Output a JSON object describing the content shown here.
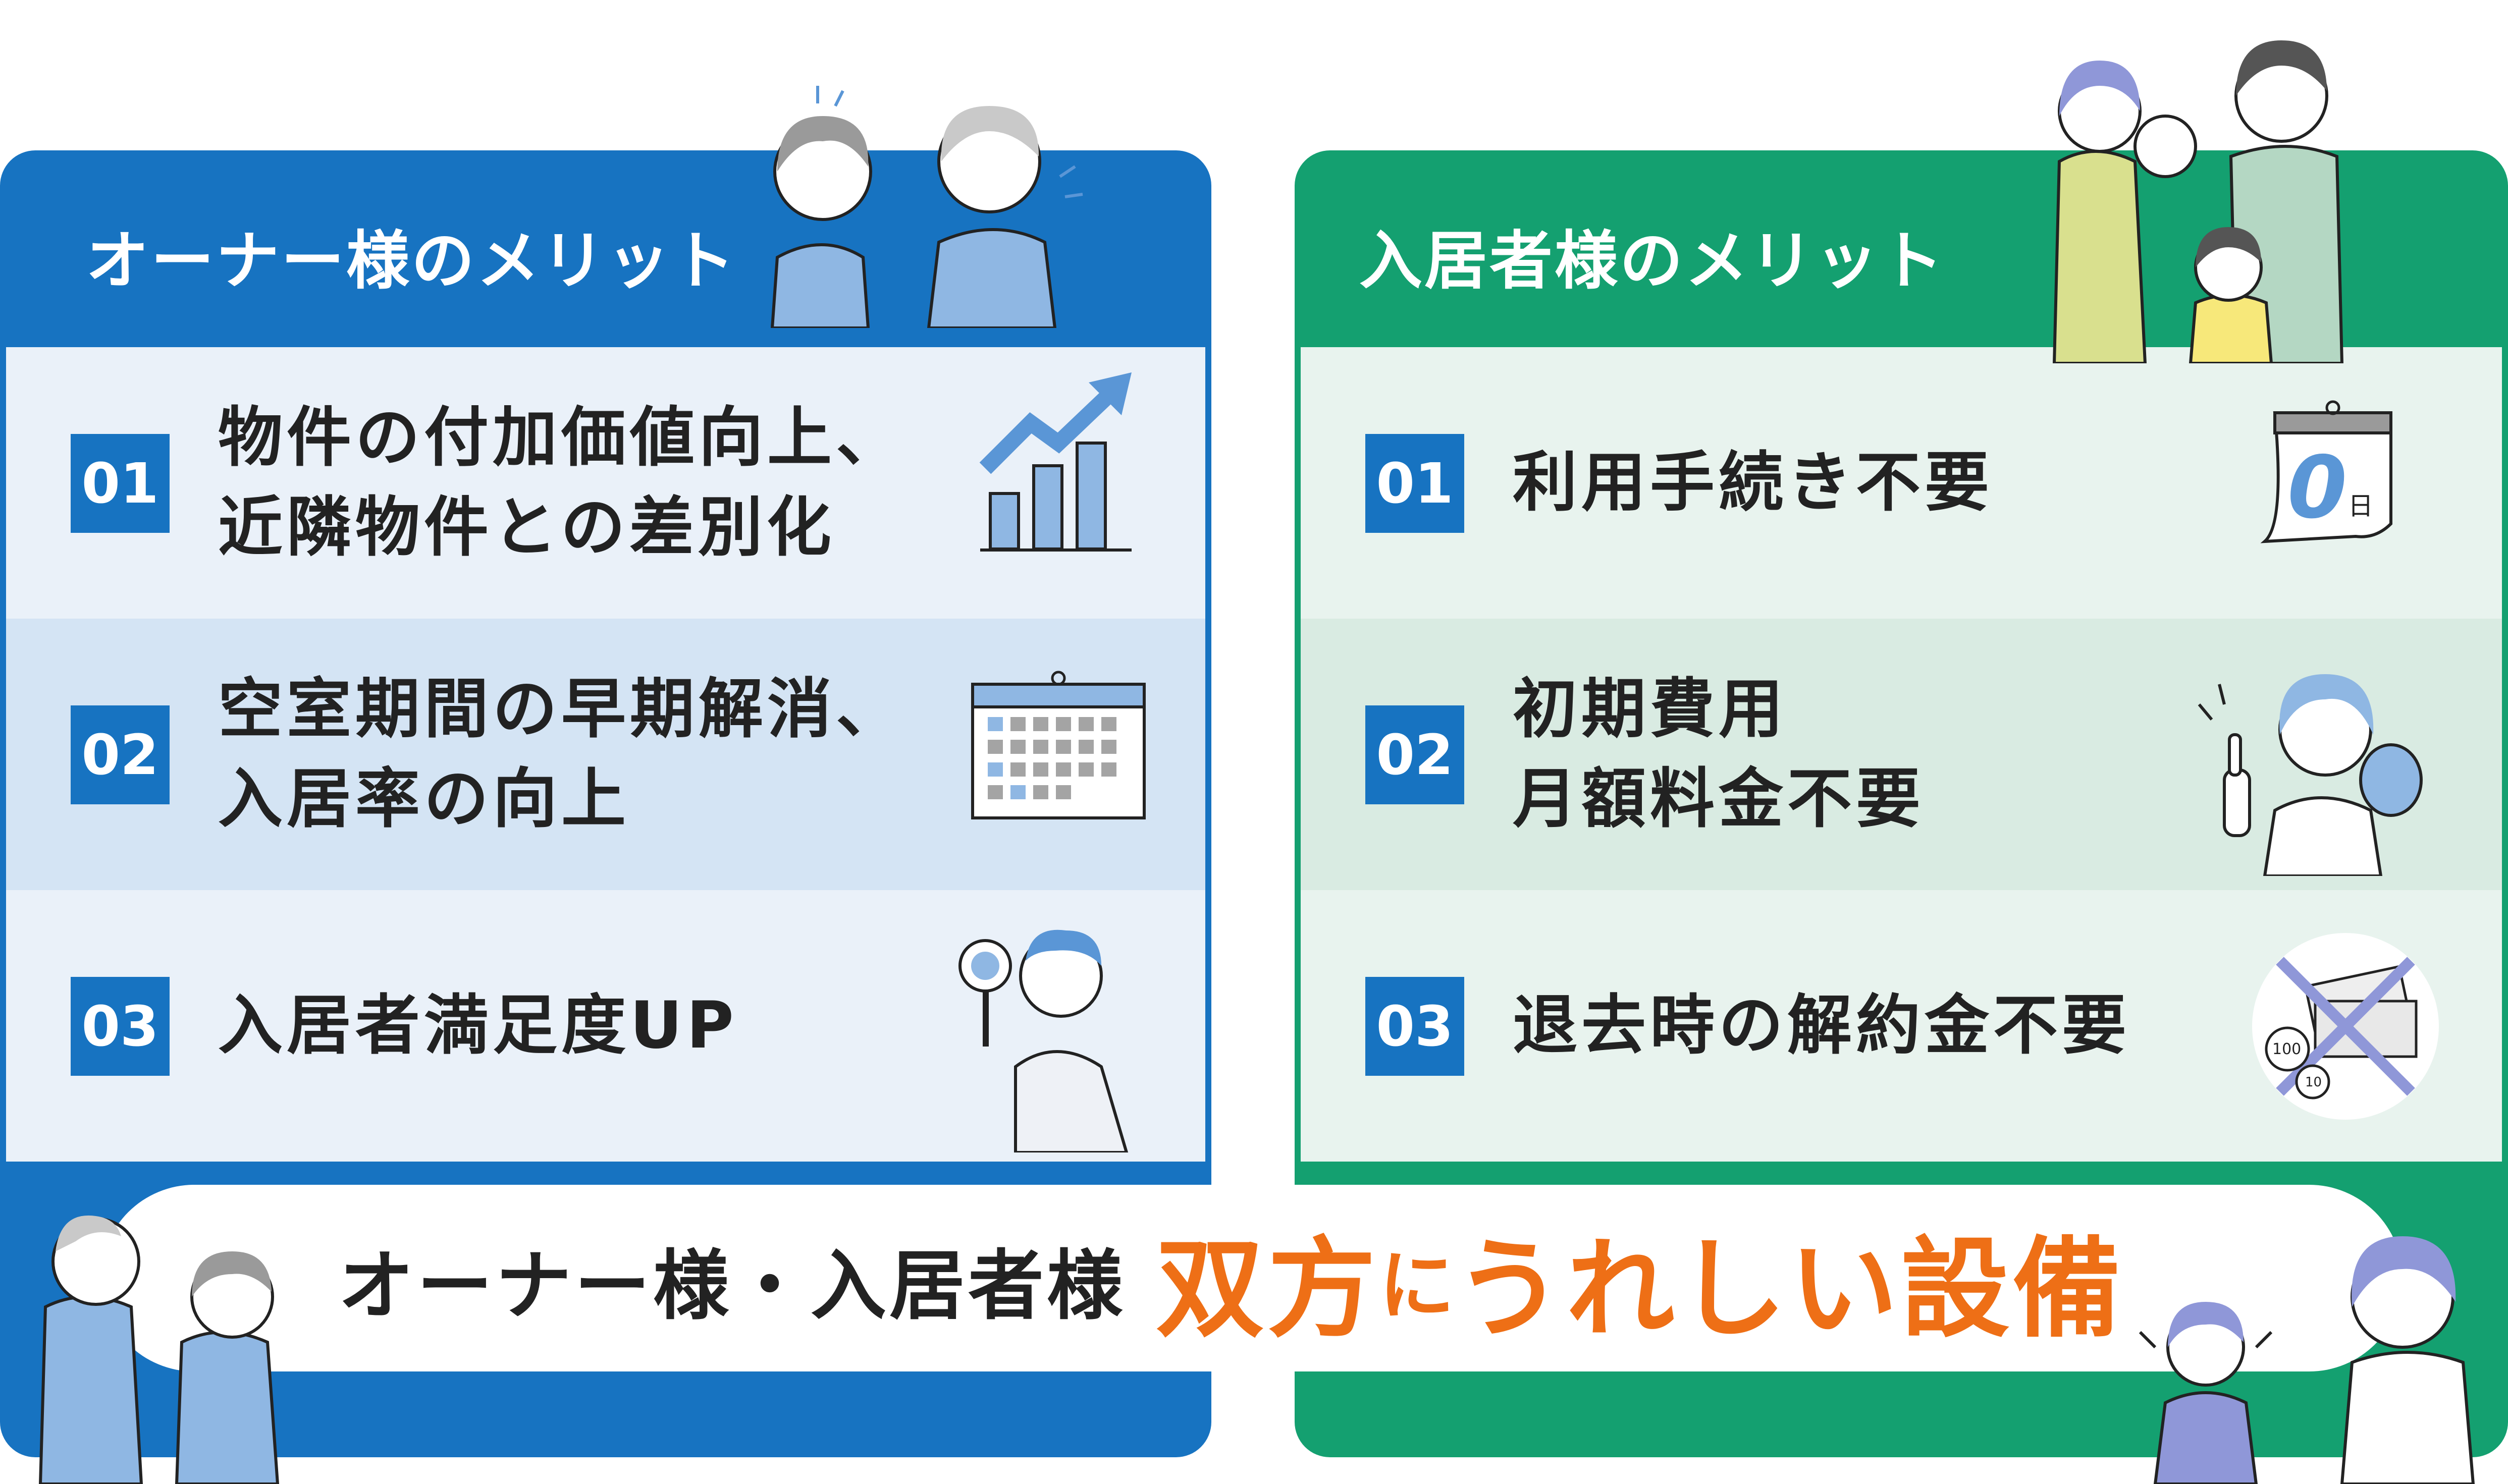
{
  "owner": {
    "title": "オーナー様のメリット",
    "items": [
      {
        "num": "01",
        "line1": "物件の付加価値向上、",
        "line2": "近隣物件との差別化"
      },
      {
        "num": "02",
        "line1": "空室期間の早期解消、",
        "line2": "入居率の向上"
      },
      {
        "num": "03",
        "line1": "入居者満足度UP",
        "line2": ""
      }
    ]
  },
  "tenant": {
    "title": "入居者様のメリット",
    "items": [
      {
        "num": "01",
        "line1": "利用手続き不要",
        "line2": ""
      },
      {
        "num": "02",
        "line1": "初期費用",
        "line2": "月額料金不要"
      },
      {
        "num": "03",
        "line1": "退去時の解約金不要",
        "line2": ""
      }
    ],
    "calendar_digit": "0",
    "calendar_unit": "日",
    "coin_100": "100",
    "coin_10": "10"
  },
  "banner": {
    "left": "オーナー様・入居者様",
    "right_part1": "双方",
    "right_small": "に",
    "right_part2": "うれしい設備"
  },
  "colors": {
    "owner_blue": "#1773c1",
    "tenant_green": "#14a070",
    "accent_orange": "#ee6f16"
  }
}
